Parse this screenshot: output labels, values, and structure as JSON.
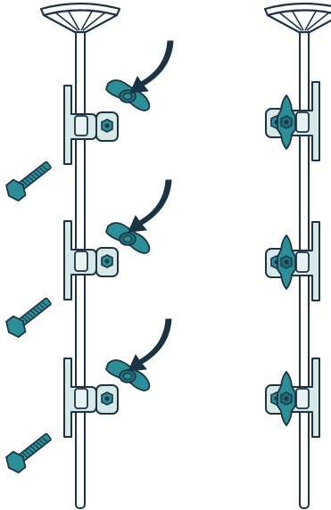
{
  "diagram": {
    "kind": "assembly-instruction",
    "text": [],
    "colors": {
      "outline": "#1f3346",
      "pole_fill": "#ffffff",
      "bracket_fill": "#d6e9e7",
      "knob_fill": "#2c8f98",
      "knob_dark": "#1f6d75",
      "arrow_fill": "#1c3344",
      "bolt_fill": "#2c8f98",
      "background": "#ffffff"
    },
    "icons": [
      "tripod-head-icon",
      "clamp-bracket-icon",
      "wing-knob-icon",
      "curved-arrow-icon",
      "hex-bolt-icon"
    ],
    "panels": [
      {
        "name": "before-assembly",
        "brackets": 3,
        "loose_knobs": 3,
        "loose_bolts": 3,
        "arrows": 3
      },
      {
        "name": "after-assembly",
        "brackets": 3,
        "attached_knobs": 3
      }
    ]
  }
}
